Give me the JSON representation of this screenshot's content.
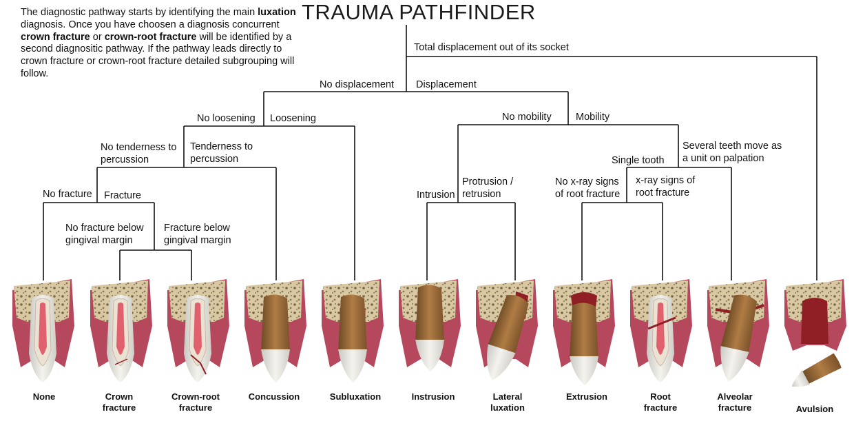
{
  "title": "TRAUMA PATHFINDER",
  "intro": {
    "t1": "The diagnostic pathway starts by identifying the main ",
    "b1": "luxation",
    "t2": " diagnosis. Once you have choosen a diagnosis concurrent ",
    "b2": "crown fracture",
    "t3": " or ",
    "b3": "crown-root fracture",
    "t4": " will be identified by a second diagnositic pathway. If the pathway leads directly to crown fracture or crown-root fracture detailed subgrouping will follow."
  },
  "branches": {
    "total_displacement": "Total displacement out of its socket",
    "no_displacement": "No displacement",
    "displacement": "Displacement",
    "no_loosening": "No loosening",
    "loosening": "Loosening",
    "no_tenderness_1": "No tenderness to",
    "no_tenderness_2": "percussion",
    "tenderness_1": "Tenderness to",
    "tenderness_2": "percussion",
    "no_fracture": "No fracture",
    "fracture": "Fracture",
    "no_fracture_below_1": "No fracture below",
    "no_fracture_below_2": "gingival margin",
    "fracture_below_1": "Fracture below",
    "fracture_below_2": "gingival margin",
    "no_mobility": "No mobility",
    "mobility": "Mobility",
    "intrusion": "Intrusion",
    "protrusion_1": "Protrusion /",
    "protrusion_2": "retrusion",
    "single_tooth": "Single tooth",
    "several_teeth_1": "Several teeth move as",
    "several_teeth_2": "a unit on palpation",
    "no_xray_1": "No x-ray signs",
    "no_xray_2": "of root fracture",
    "xray_1": "x-ray signs of",
    "xray_2": "root fracture"
  },
  "outcomes": [
    {
      "line1": "None",
      "line2": ""
    },
    {
      "line1": "Crown",
      "line2": "fracture"
    },
    {
      "line1": "Crown-root",
      "line2": "fracture"
    },
    {
      "line1": "Concussion",
      "line2": ""
    },
    {
      "line1": "Subluxation",
      "line2": ""
    },
    {
      "line1": "Instrusion",
      "line2": ""
    },
    {
      "line1": "Lateral",
      "line2": "luxation"
    },
    {
      "line1": "Extrusion",
      "line2": ""
    },
    {
      "line1": "Root",
      "line2": "fracture"
    },
    {
      "line1": "Alveolar",
      "line2": "fracture"
    },
    {
      "line1": "Avulsion",
      "line2": ""
    }
  ],
  "colors": {
    "bone": "#d9c9a3",
    "bone_pores": "#7a6548",
    "gum": "#b5485c",
    "pulp": "#e0606e",
    "dentin": "#a0713e",
    "enamel": "#ecebe6",
    "blood": "#8f1f24"
  }
}
